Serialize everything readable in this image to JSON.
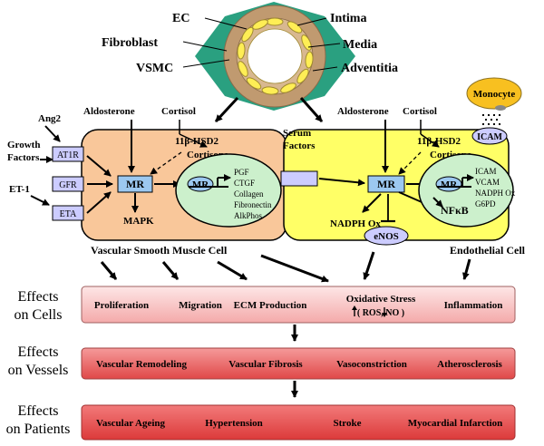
{
  "vessel": {
    "labels": {
      "ec": "EC",
      "intima": "Intima",
      "fibroblast": "Fibroblast",
      "media": "Media",
      "vsmc": "VSMC",
      "adventitia": "Adventitia"
    }
  },
  "vsmc_cell": {
    "inputs": {
      "ang2": "Ang2",
      "growth_factors_1": "Growth",
      "growth_factors_2": "Factors",
      "et1": "ET-1"
    },
    "receptors": [
      "AT1R",
      "GFR",
      "ETA"
    ],
    "aldosterone": "Aldosterone",
    "cortisol": "Cortisol",
    "enzyme": "11β-HSD2",
    "cortisone": "Cortisone",
    "mr": "MR",
    "nuclear_mr": "MR",
    "genes": [
      "PGF",
      "CTGF",
      "Collagen",
      "Fibronectin",
      "AlkPhos"
    ],
    "mapk": "MAPK",
    "label": "Vascular Smooth Muscle Cell"
  },
  "endo_cell": {
    "serum_1": "Serum",
    "serum_2": "Factors",
    "aldosterone": "Aldosterone",
    "cortisol": "Cortisol",
    "enzyme": "11β-HSD2",
    "cortisone": "Cortisone",
    "mr": "MR",
    "nuclear_mr": "MR",
    "genes": [
      "ICAM",
      "VCAM",
      "NADPH Ox",
      "G6PD"
    ],
    "nfkb": "NFκB",
    "nadph": "NADPH Ox",
    "enos": "eNOS",
    "monocyte": "Monocyte",
    "icam": "ICAM",
    "label": "Endothelial Cell"
  },
  "effects": {
    "cells_label_1": "Effects",
    "cells_label_2": "on  Cells",
    "cells": [
      "Proliferation",
      "Migration",
      "ECM Production",
      "Oxidative Stress",
      "Inflammation"
    ],
    "oxidative_sub": "( ROS,  NO )",
    "vessels_label_1": "Effects",
    "vessels_label_2": "on Vessels",
    "vessels": [
      "Vascular Remodeling",
      "Vascular Fibrosis",
      "Vasoconstriction",
      "Atherosclerosis"
    ],
    "patients_label_1": "Effects",
    "patients_label_2": "on Patients",
    "patients": [
      "Vascular Ageing",
      "Hypertension",
      "Stroke",
      "Myocardial Infarction"
    ]
  },
  "colors": {
    "vsmc_fill": "#f9c79a",
    "endo_fill": "#ffff66",
    "nucleus_fill": "#ccf0cc",
    "mr_fill": "#9cc8f0",
    "receptor_fill": "#ccccff",
    "enos_fill": "#ccccff",
    "effect_pink": "#f4b8b8",
    "vessel_red": "#e06060",
    "vessel_teal": "#2aa080",
    "vessel_tan": "#c09a70",
    "vessel_yellow": "#ffee55"
  }
}
